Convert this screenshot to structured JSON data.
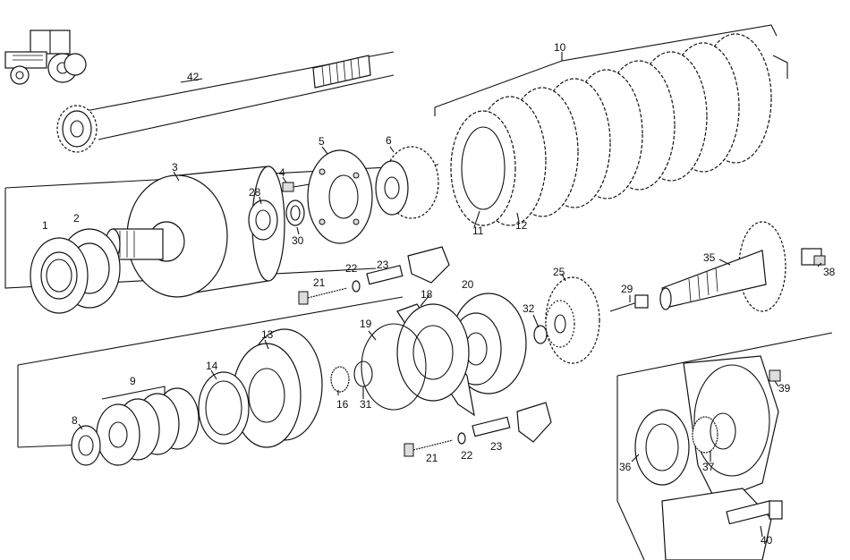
{
  "callouts": [
    {
      "id": "c42",
      "text": "42"
    },
    {
      "id": "c10",
      "text": "10"
    },
    {
      "id": "c3",
      "text": "3"
    },
    {
      "id": "c4",
      "text": "4"
    },
    {
      "id": "c5",
      "text": "5"
    },
    {
      "id": "c6",
      "text": "6"
    },
    {
      "id": "c28",
      "text": "28"
    },
    {
      "id": "c30",
      "text": "30"
    },
    {
      "id": "c1",
      "text": "1"
    },
    {
      "id": "c2",
      "text": "2"
    },
    {
      "id": "c11",
      "text": "11"
    },
    {
      "id": "c12",
      "text": "12"
    },
    {
      "id": "c35",
      "text": "35"
    },
    {
      "id": "c38",
      "text": "38"
    },
    {
      "id": "c22a",
      "text": "22"
    },
    {
      "id": "c23a",
      "text": "23"
    },
    {
      "id": "c21a",
      "text": "21"
    },
    {
      "id": "c18",
      "text": "18"
    },
    {
      "id": "c20",
      "text": "20"
    },
    {
      "id": "c25",
      "text": "25"
    },
    {
      "id": "c29",
      "text": "29"
    },
    {
      "id": "c32",
      "text": "32"
    },
    {
      "id": "c19",
      "text": "19"
    },
    {
      "id": "c13",
      "text": "13"
    },
    {
      "id": "c9",
      "text": "9"
    },
    {
      "id": "c14",
      "text": "14"
    },
    {
      "id": "c8",
      "text": "8"
    },
    {
      "id": "c16",
      "text": "16"
    },
    {
      "id": "c31",
      "text": "31"
    },
    {
      "id": "c39",
      "text": "39"
    },
    {
      "id": "c36",
      "text": "36"
    },
    {
      "id": "c37",
      "text": "37"
    },
    {
      "id": "c21b",
      "text": "21"
    },
    {
      "id": "c22b",
      "text": "22"
    },
    {
      "id": "c23b",
      "text": "23"
    },
    {
      "id": "c40",
      "text": "40"
    }
  ],
  "icons": {
    "tractor": "tractor-icon"
  }
}
